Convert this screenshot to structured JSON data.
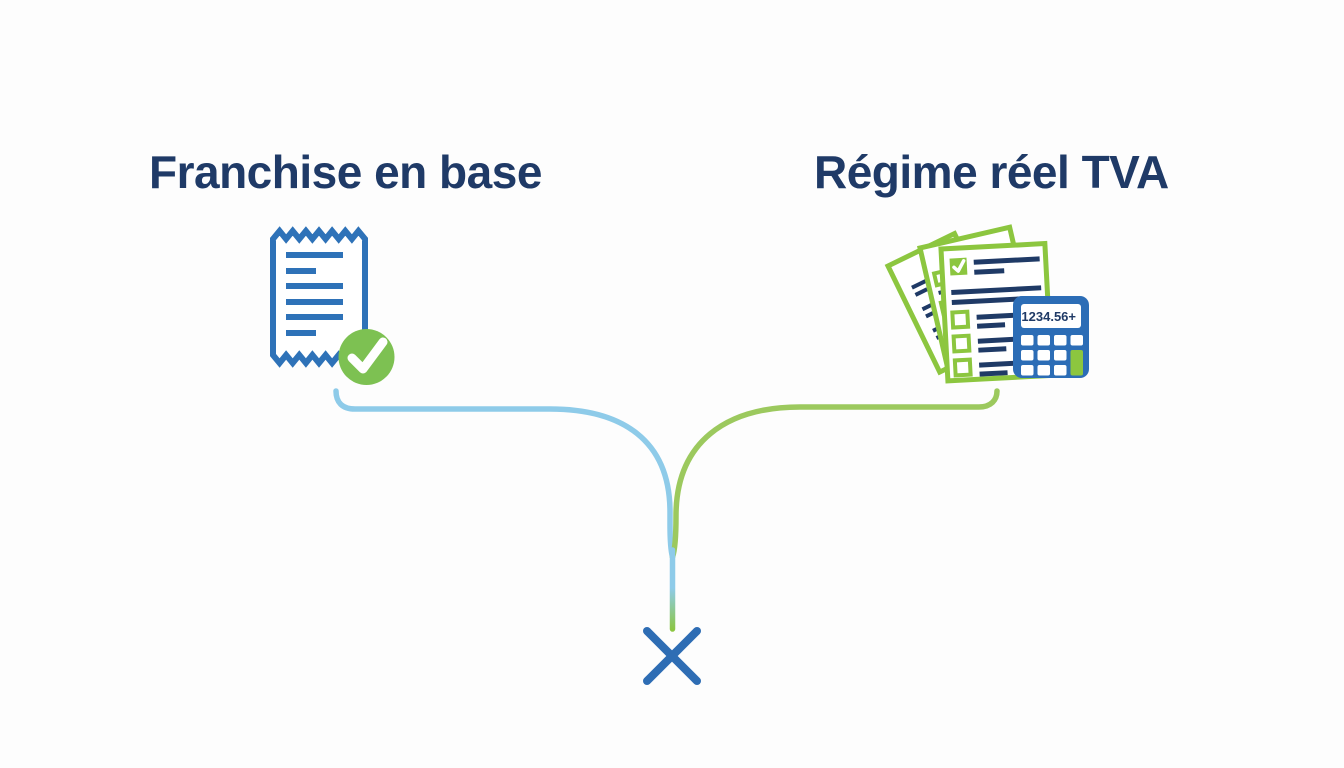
{
  "canvas": {
    "background": "#fdfdfd"
  },
  "colors": {
    "canvas_bg": "#fdfdfd",
    "title_navy": "#1f3a67",
    "receipt_blue": "#2e72b8",
    "check_green": "#7dc152",
    "paper_green": "#8cc63f",
    "branch_blue": "#8ecbe9",
    "branch_green": "#9cc95e",
    "calculator_blue": "#2c6db6",
    "detail_navy": "#1f3a66",
    "x_blue": "#2e6db4"
  },
  "left_option": {
    "title": "Franchise en base",
    "icon": "receipt-with-checkmark"
  },
  "right_option": {
    "title": "Régime réel TVA",
    "icon": "documents-with-calculator",
    "calculator_display": "1234.56+"
  },
  "junction": {
    "icon": "x-mark"
  }
}
